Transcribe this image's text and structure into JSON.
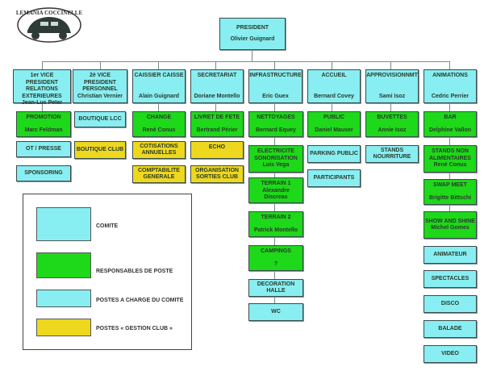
{
  "logo": {
    "text": "LEMANIA COCCINELLE",
    "icon": "beetle-car-logo"
  },
  "colors": {
    "comite": "#88eef2",
    "responsable": "#1ed81a",
    "poste_comite": "#88eef2",
    "gestion_club": "#eed81e",
    "line": "#7a8a8a"
  },
  "president": {
    "title": "PRESIDENT",
    "name": "Olivier Guignard"
  },
  "departments": [
    {
      "title": "1er VICE PRESIDENT RELATIONS EXTERIEURES",
      "name": "Jean-Luc Peter"
    },
    {
      "title": "2è VICE PRESIDENT PERSONNEL",
      "name": "Christian Vernier"
    },
    {
      "title": "CAISSIER CAISSE",
      "name": "Alain Guignard"
    },
    {
      "title": "SECRETARIAT",
      "name": "Doriane Montello"
    },
    {
      "title": "INFRASTRUCTURE",
      "name": "Eric Guex"
    },
    {
      "title": "ACCUEIL",
      "name": "Bernard Covey"
    },
    {
      "title": "APPROVISIONNMT",
      "name": "Sami Isoz"
    },
    {
      "title": "ANIMATIONS",
      "name": "Cedric Perrier"
    }
  ],
  "sub": {
    "promotion": {
      "title": "PROMOTION",
      "name": "Marc Feldman"
    },
    "ot_presse": {
      "title": "OT / PRESSE"
    },
    "sponsoring": {
      "title": "SPONSORING"
    },
    "boutique_lcc": {
      "title": "BOUTIQUE LCC"
    },
    "boutique_club": {
      "title": "BOUTIQUE CLUB"
    },
    "change": {
      "title": "CHANGE",
      "name": "René Conus"
    },
    "cotisations": {
      "title": "COTISATIONS ANNUELLES"
    },
    "comptabilite": {
      "title": "COMPTABILITE GENERALE"
    },
    "livret": {
      "title": "LIVRET DE FETE",
      "name": "Bertrand Périer"
    },
    "echo": {
      "title": "ECHO"
    },
    "organisation": {
      "title": "ORGANISATION SORTIES CLUB"
    },
    "nettoyages": {
      "title": "NETTOYAGES",
      "name": "Bernard Equey"
    },
    "electricite": {
      "title": "ELECTRICITE SONORISATION",
      "name": "Luis Vega"
    },
    "terrain1": {
      "title": "TERRAIN 1",
      "name": "Alexandre Discreas"
    },
    "terrain2": {
      "title": "TERRAIN 2",
      "name": "Patrick Montello"
    },
    "campings": {
      "title": "CAMPINGS",
      "name": "?"
    },
    "decoration": {
      "title": "DECORATION HALLE"
    },
    "wc": {
      "title": "WC"
    },
    "public": {
      "title": "PUBLIC",
      "name": "Daniel Mauser"
    },
    "parking": {
      "title": "PARKING PUBLIC"
    },
    "participants": {
      "title": "PARTICIPANTS"
    },
    "buvettes": {
      "title": "BUVETTES",
      "name": "Annie Isoz"
    },
    "stands_nourriture": {
      "title": "STANDS NOURRITURE"
    },
    "bar": {
      "title": "BAR",
      "name": "Delphine Vallon"
    },
    "stands_non": {
      "title": "STANDS NON ALIMENTAIRES",
      "name": "René Conus"
    },
    "swap": {
      "title": "SWAP MEET",
      "name": "Brigitte Bittschi"
    },
    "show": {
      "title": "SHOW AND SHINE",
      "name": "Michel Gomes"
    },
    "animateur": {
      "title": "ANIMATEUR"
    },
    "spectacles": {
      "title": "SPECTACLES"
    },
    "disco": {
      "title": "DISCO"
    },
    "balade": {
      "title": "BALADE"
    },
    "video": {
      "title": "VIDEO"
    }
  },
  "legend": {
    "items": [
      {
        "label": "COMITE"
      },
      {
        "label": "RESPONSABLES DE POSTE"
      },
      {
        "label": "POSTES A CHARGE DU COMITE"
      },
      {
        "label": "POSTES « GESTION CLUB »"
      }
    ]
  }
}
